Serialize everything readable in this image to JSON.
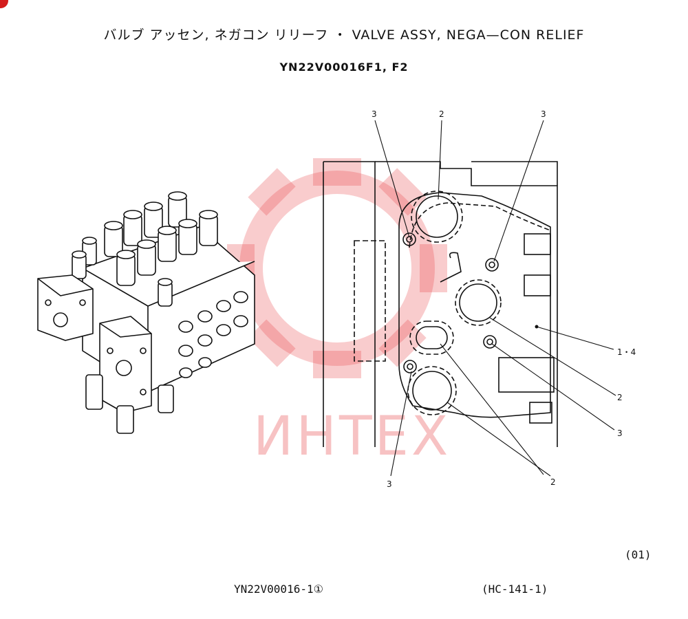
{
  "header": {
    "title": "バルブ アッセン, ネガコン リリーフ ・ VALVE ASSY, NEGA—CON RELIEF",
    "part_number": "YN22V00016F1, F2"
  },
  "watermark": {
    "text": "ИНТЕХ",
    "color": "#e8474b"
  },
  "callouts": {
    "top_left": "3",
    "top_center": "2",
    "top_right": "3",
    "right_main": "1・4",
    "right_mid": "2",
    "right_lower": "3",
    "bottom_left": "3",
    "bottom_right": "2"
  },
  "footer": {
    "page_code": "(01)",
    "drawing_id": "YN22V00016-1①",
    "sheet_ref": "(HC-141-1)"
  }
}
